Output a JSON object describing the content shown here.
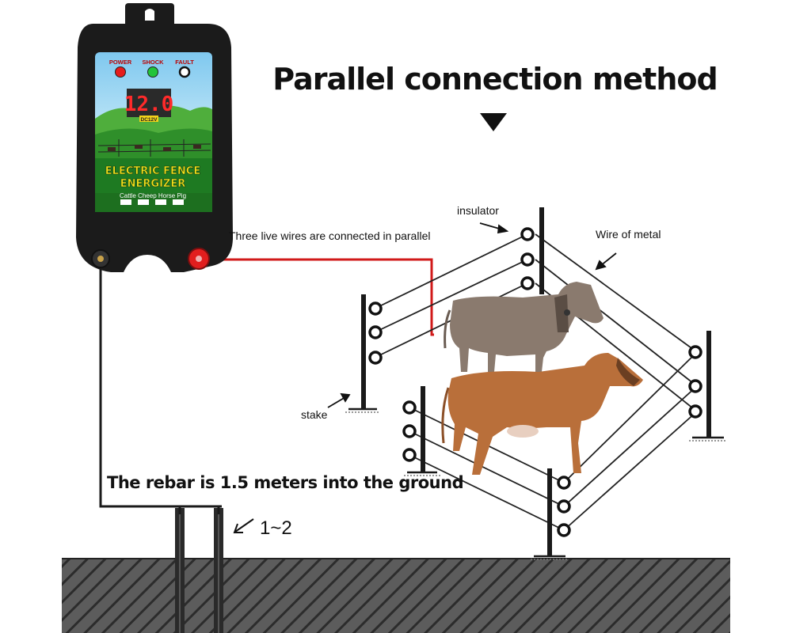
{
  "title": "Parallel connection method",
  "device": {
    "indicators": [
      "POWER",
      "SHOCK",
      "FAULT"
    ],
    "display_value": "12.0",
    "display_sub": "DC12V",
    "name_line1": "ELECTRIC FENCE",
    "name_line2": "ENERGIZER",
    "animals_text": "Cattle Cheep Horse Pig",
    "colors": {
      "power": "#e51c1c",
      "shock": "#22c43a",
      "fault": "#111111",
      "body": "#1b1b1b",
      "live_wire": "#d11a1a"
    }
  },
  "labels": {
    "live_wires": "Three live wires are connected in parallel",
    "insulator": "insulator",
    "wire_of_metal": "Wire of metal",
    "stake": "stake",
    "rebar": "The rebar is 1.5 meters into the ground",
    "depth": "1~2"
  }
}
